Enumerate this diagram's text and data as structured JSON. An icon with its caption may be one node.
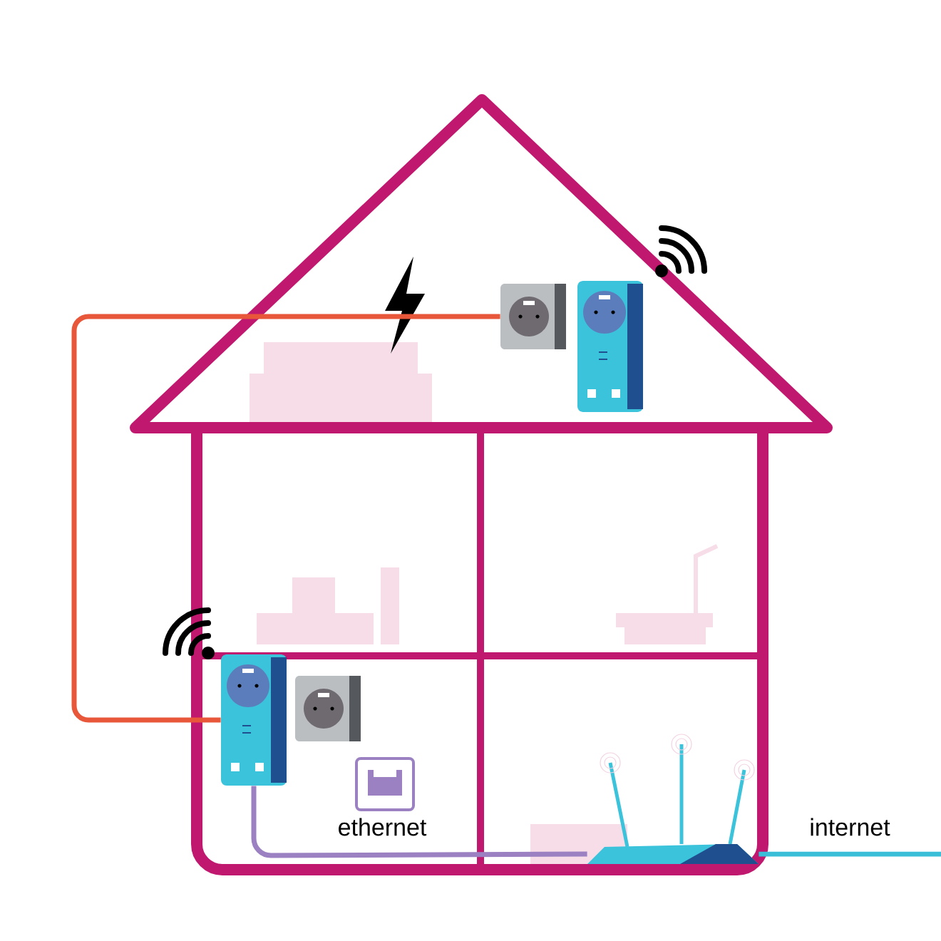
{
  "diagram": {
    "nodes": [
      {
        "text": [],
        "shape": "picture"
      },
      {
        "text": [],
        "shape": "picture"
      },
      {
        "text": [],
        "shape": "picture"
      },
      {
        "text": [],
        "shape": "picture"
      },
      {
        "text": [],
        "shape": "picture"
      }
    ],
    "edges": [
      {
        "from": 0,
        "to": 2,
        "arrow": "none",
        "color": "#e8573a"
      },
      {
        "from": 2,
        "to": 4,
        "arrow": "none",
        "color": "#9b80c2",
        "label": "ethernet"
      },
      {
        "from": 4,
        "to": null,
        "arrow": "none",
        "color": "#3bbfd8",
        "label": "internet"
      }
    ]
  }
}
